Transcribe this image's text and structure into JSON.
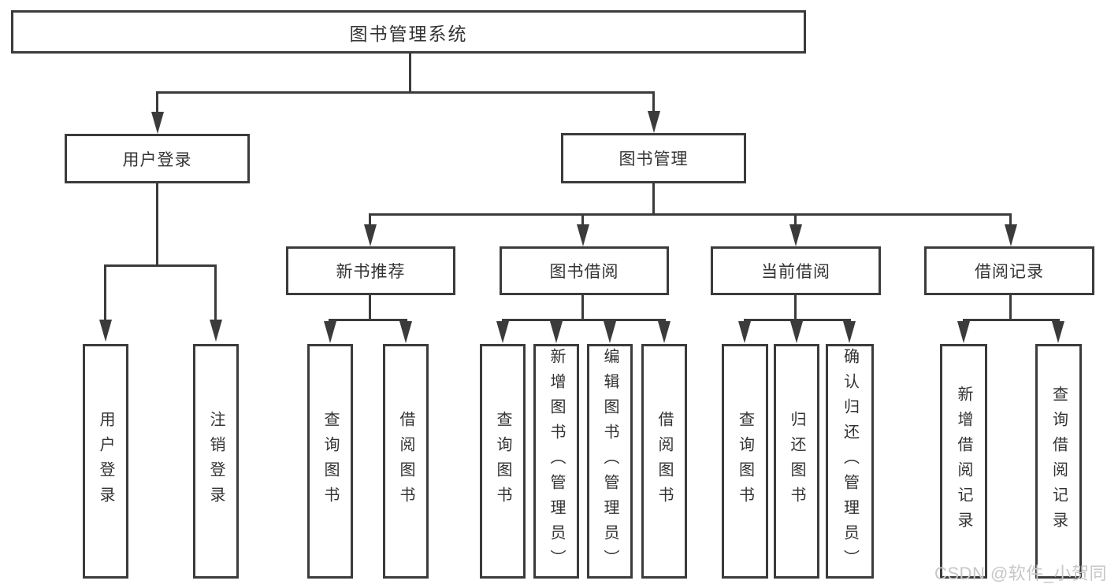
{
  "tree": {
    "label": "图书管理系统",
    "children": [
      {
        "label": "用户登录",
        "children": [
          {
            "label": "用户登录"
          },
          {
            "label": "注销登录"
          }
        ]
      },
      {
        "label": "图书管理",
        "children": [
          {
            "label": "新书推荐",
            "children": [
              {
                "label": "查询图书"
              },
              {
                "label": "借阅图书"
              }
            ]
          },
          {
            "label": "图书借阅",
            "children": [
              {
                "label": "查询图书"
              },
              {
                "label": "新增图书（管理员）"
              },
              {
                "label": "编辑图书（管理员）"
              },
              {
                "label": "借阅图书"
              }
            ]
          },
          {
            "label": "当前借阅",
            "children": [
              {
                "label": "查询图书"
              },
              {
                "label": "归还图书"
              },
              {
                "label": "确认归还（管理员）"
              }
            ]
          },
          {
            "label": "借阅记录",
            "children": [
              {
                "label": "新增借阅记录"
              },
              {
                "label": "查询借阅记录"
              }
            ]
          }
        ]
      }
    ]
  },
  "watermark": {
    "text": "CSDN @软件_小贺同学"
  },
  "colors": {
    "line": "#3b3b3b",
    "text": "#333333",
    "watermark": "#c7c7c7",
    "background": "#ffffff"
  }
}
